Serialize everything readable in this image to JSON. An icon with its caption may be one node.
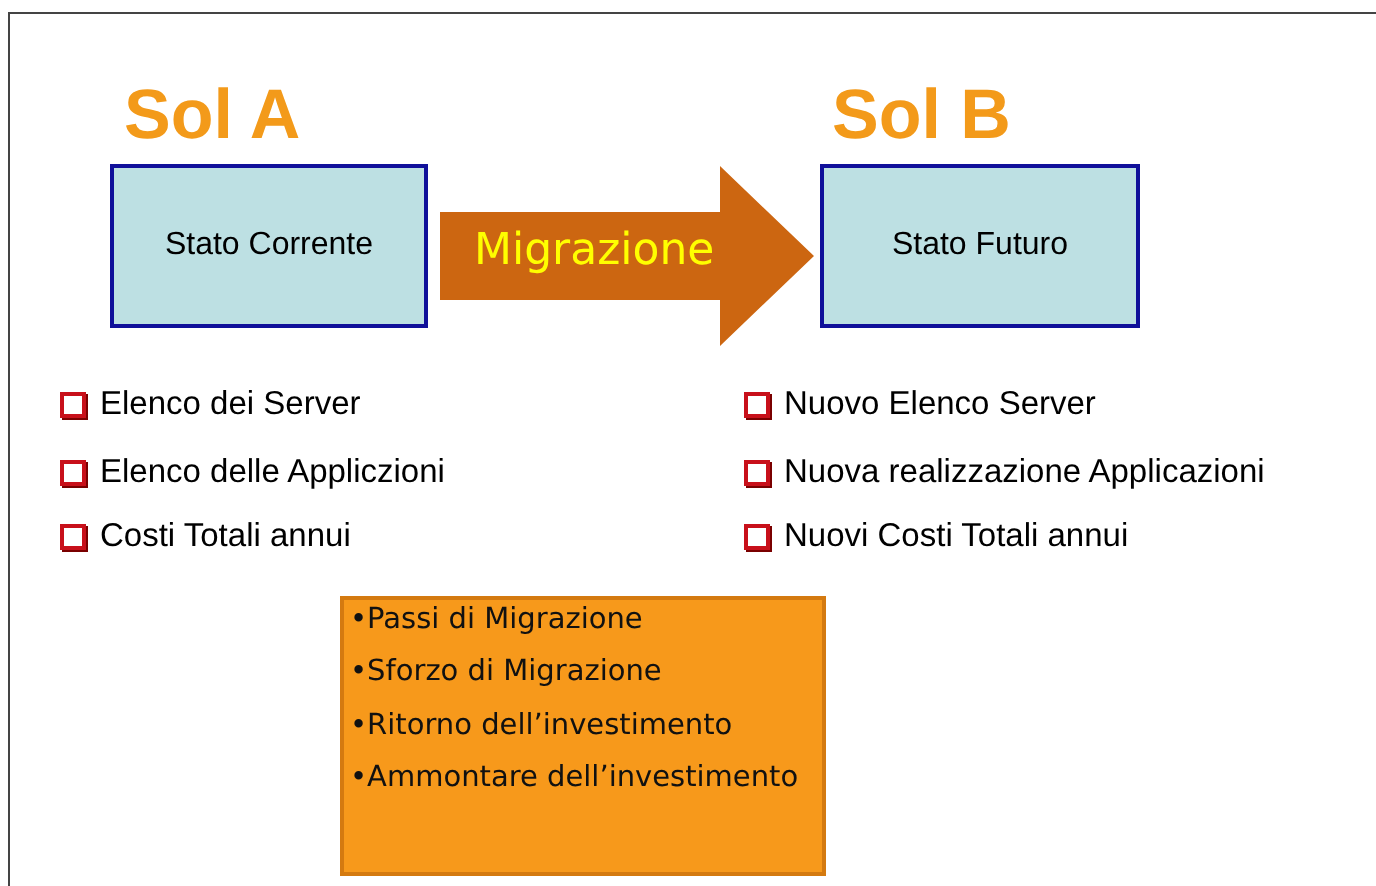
{
  "diagram": {
    "nodes": [
      {
        "text": [
          "Sol A",
          "Stato Corrente"
        ]
      },
      {
        "text": [
          "Sol B",
          "Stato Futuro"
        ]
      },
      {
        "text": [
          "•Passi di Migrazione",
          "•Sforzo di Migrazione",
          "•Ritorno dell’investimento",
          "•Ammontare dell’investimento"
        ]
      }
    ],
    "edges": [
      {
        "from": 0,
        "to": 1,
        "arrow": "to",
        "label": "Migrazione",
        "style": "thick"
      }
    ],
    "labels": [
      "Elenco dei Server",
      "Nuovo Elenco Server",
      "Elenco delle Appliczioni",
      "Nuova realizzazione Applicazioni",
      "Costi Totali annui",
      "Nuovi Costi Totali annui"
    ]
  }
}
